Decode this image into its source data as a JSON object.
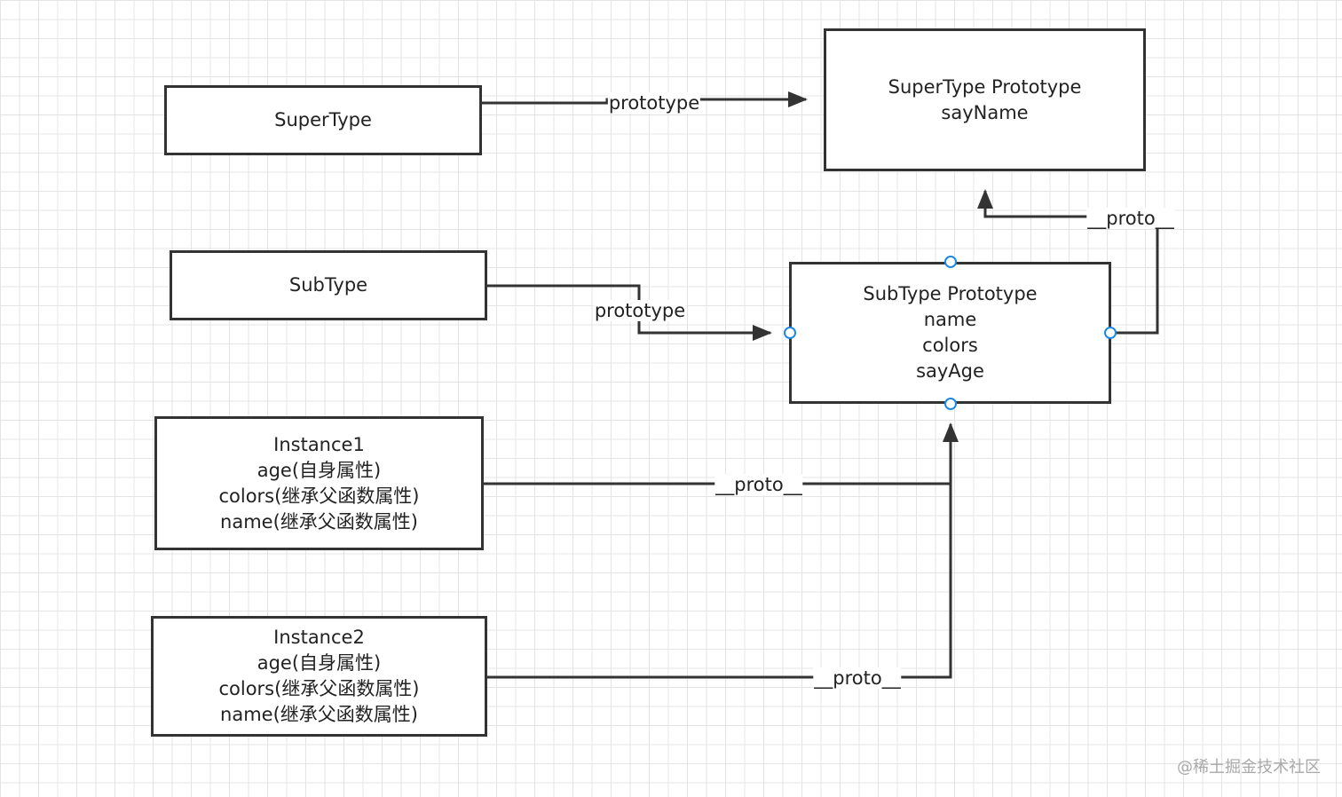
{
  "nodes": {
    "supertype": {
      "label": "SuperType"
    },
    "supertype_prototype": {
      "line1": "SuperType Prototype",
      "line2": "sayName"
    },
    "subtype": {
      "label": "SubType"
    },
    "subtype_prototype": {
      "line1": "SubType Prototype",
      "line2": "name",
      "line3": "colors",
      "line4": "sayAge"
    },
    "instance1": {
      "line1": "Instance1",
      "line2": "age(自身属性)",
      "line3": "colors(继承父函数属性)",
      "line4": "name(继承父函数属性)"
    },
    "instance2": {
      "line1": "Instance2",
      "line2": "age(自身属性)",
      "line3": "colors(继承父函数属性)",
      "line4": "name(继承父函数属性)"
    }
  },
  "edges": {
    "supertype_prototype_label": "prototype",
    "subtype_prototype_label": "prototype",
    "subproto_proto_label": "__proto__",
    "instance1_proto_label": "__proto__",
    "instance2_proto_label": "__proto__"
  },
  "watermark": "@稀土掘金技术社区",
  "colors": {
    "line": "#333333",
    "grid": "#e4e4e4",
    "handle": "#1e88e5"
  }
}
